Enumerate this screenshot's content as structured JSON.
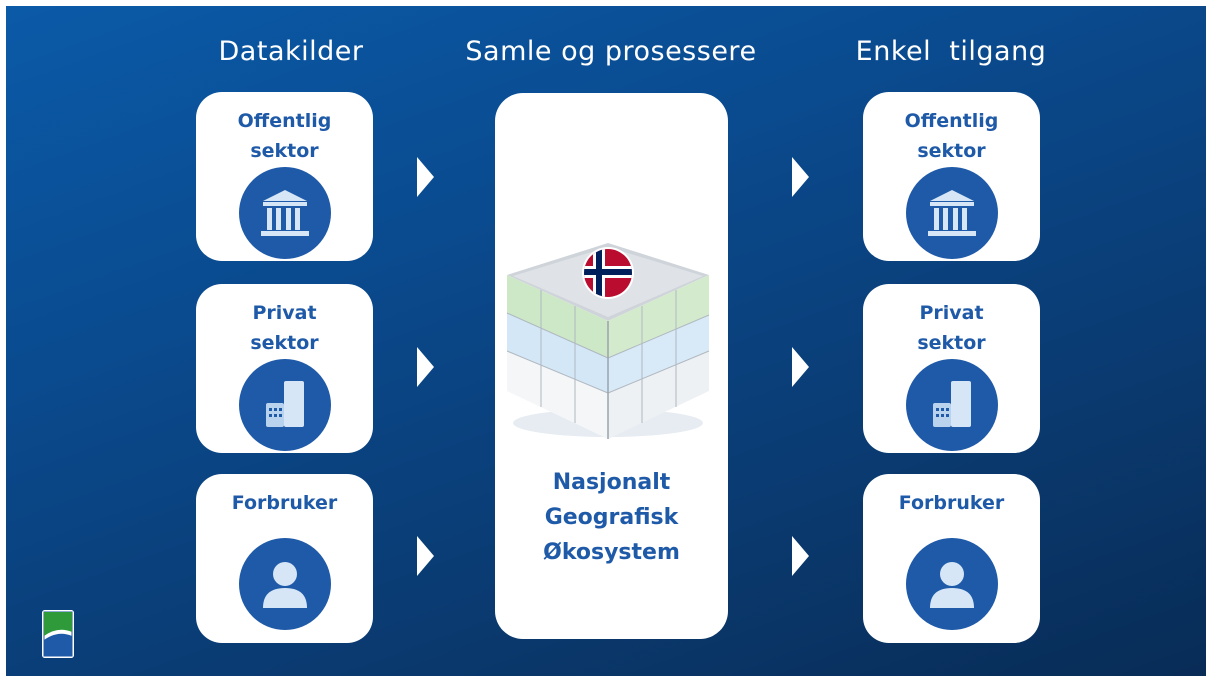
{
  "columns": {
    "left_title": "Datakilder",
    "center_title": "Samle og prosessere",
    "right_title": "Enkel  tilgang"
  },
  "sources": [
    {
      "label": "Offentlig\nsektor",
      "icon": "government-building-icon"
    },
    {
      "label": "Privat\nsektor",
      "icon": "office-buildings-icon"
    },
    {
      "label": "Forbruker",
      "icon": "person-icon"
    }
  ],
  "consumers": [
    {
      "label": "Offentlig\nsektor",
      "icon": "government-building-icon"
    },
    {
      "label": "Privat\nsektor",
      "icon": "office-buildings-icon"
    },
    {
      "label": "Forbruker",
      "icon": "person-icon"
    }
  ],
  "center": {
    "label": "Nasjonalt\nGeografisk\nØkosystem",
    "icon": "data-cube-with-norwegian-flag-icon"
  },
  "colors": {
    "background": "#0a4a8e",
    "accent": "#1f5aa8",
    "card": "#ffffff",
    "cube_green": "#c9e8c4",
    "cube_blue": "#cfe6f6",
    "flag_red": "#ba0c2f",
    "flag_blue": "#00205b"
  }
}
